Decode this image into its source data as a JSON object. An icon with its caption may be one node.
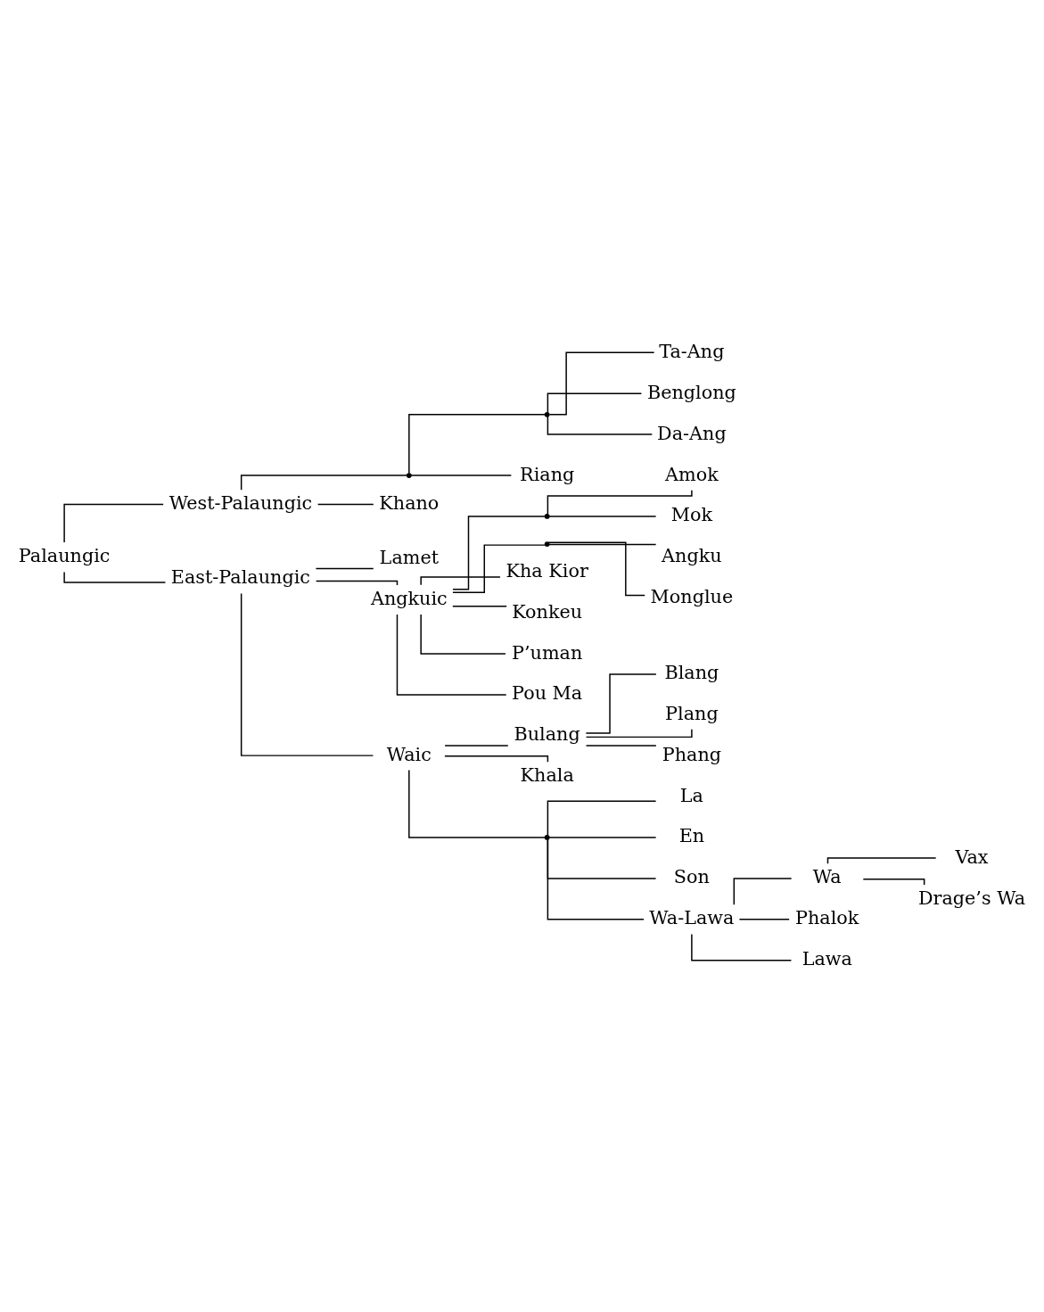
{
  "diagram": {
    "nodes": [
      {
        "text": [
          "Palaungic"
        ]
      },
      {
        "text": [
          "West-Palaungic"
        ]
      },
      {
        "text": [],
        "shape": "point"
      },
      {
        "text": [],
        "shape": "point"
      },
      {
        "text": [
          "Ta-Ang"
        ]
      },
      {
        "text": [
          "Benglong"
        ]
      },
      {
        "text": [
          "Da-Ang"
        ]
      },
      {
        "text": [
          "Riang"
        ]
      },
      {
        "text": [
          "Khano"
        ]
      },
      {
        "text": [
          "East-Palaungic"
        ]
      },
      {
        "text": [
          "Lamet"
        ]
      },
      {
        "text": [
          "Angkuic"
        ]
      },
      {
        "text": [],
        "shape": "point"
      },
      {
        "text": [
          "Amok"
        ]
      },
      {
        "text": [
          "Mok"
        ]
      },
      {
        "text": [],
        "shape": "point"
      },
      {
        "text": [
          "Angku"
        ]
      },
      {
        "text": [
          "Monglue"
        ]
      },
      {
        "text": [
          "Kha Kior"
        ]
      },
      {
        "text": [
          "Konkeu"
        ]
      },
      {
        "text": [
          "P’uman"
        ]
      },
      {
        "text": [
          "Pou Ma"
        ]
      },
      {
        "text": [
          "Waic"
        ]
      },
      {
        "text": [
          "Bulang"
        ]
      },
      {
        "text": [
          "Blang"
        ]
      },
      {
        "text": [
          "Plang"
        ]
      },
      {
        "text": [
          "Phang"
        ]
      },
      {
        "text": [
          "Khala"
        ]
      },
      {
        "text": [],
        "shape": "point"
      },
      {
        "text": [
          "La"
        ]
      },
      {
        "text": [
          "En"
        ]
      },
      {
        "text": [
          "Son"
        ]
      },
      {
        "text": [
          "Wa-Lawa"
        ]
      },
      {
        "text": [
          "Wa"
        ]
      },
      {
        "text": [
          "Vax"
        ]
      },
      {
        "text": [
          "Drage’s Wa"
        ]
      },
      {
        "text": [
          "Phalok"
        ]
      },
      {
        "text": [
          "Lawa"
        ]
      }
    ],
    "edges": [
      {
        "from": 0,
        "to": 1,
        "arrow": "none"
      },
      {
        "from": 0,
        "to": 9,
        "arrow": "none"
      },
      {
        "from": 1,
        "to": 2,
        "arrow": "none"
      },
      {
        "from": 1,
        "to": 8,
        "arrow": "none"
      },
      {
        "from": 2,
        "to": 3,
        "arrow": "none"
      },
      {
        "from": 2,
        "to": 7,
        "arrow": "none"
      },
      {
        "from": 3,
        "to": 4,
        "arrow": "none"
      },
      {
        "from": 3,
        "to": 5,
        "arrow": "none"
      },
      {
        "from": 3,
        "to": 6,
        "arrow": "none"
      },
      {
        "from": 9,
        "to": 10,
        "arrow": "none"
      },
      {
        "from": 9,
        "to": 11,
        "arrow": "none"
      },
      {
        "from": 9,
        "to": 22,
        "arrow": "none"
      },
      {
        "from": 11,
        "to": 12,
        "arrow": "none"
      },
      {
        "from": 12,
        "to": 13,
        "arrow": "none"
      },
      {
        "from": 12,
        "to": 14,
        "arrow": "none"
      },
      {
        "from": 11,
        "to": 15,
        "arrow": "none"
      },
      {
        "from": 15,
        "to": 16,
        "arrow": "none"
      },
      {
        "from": 15,
        "to": 17,
        "arrow": "none"
      },
      {
        "from": 11,
        "to": 18,
        "arrow": "none"
      },
      {
        "from": 11,
        "to": 19,
        "arrow": "none"
      },
      {
        "from": 11,
        "to": 20,
        "arrow": "none"
      },
      {
        "from": 11,
        "to": 21,
        "arrow": "none"
      },
      {
        "from": 22,
        "to": 23,
        "arrow": "none"
      },
      {
        "from": 23,
        "to": 24,
        "arrow": "none"
      },
      {
        "from": 23,
        "to": 25,
        "arrow": "none"
      },
      {
        "from": 23,
        "to": 26,
        "arrow": "none"
      },
      {
        "from": 22,
        "to": 27,
        "arrow": "none"
      },
      {
        "from": 22,
        "to": 28,
        "arrow": "none"
      },
      {
        "from": 28,
        "to": 29,
        "arrow": "none"
      },
      {
        "from": 28,
        "to": 30,
        "arrow": "none"
      },
      {
        "from": 28,
        "to": 31,
        "arrow": "none"
      },
      {
        "from": 28,
        "to": 32,
        "arrow": "none"
      },
      {
        "from": 32,
        "to": 33,
        "arrow": "none"
      },
      {
        "from": 33,
        "to": 34,
        "arrow": "none"
      },
      {
        "from": 33,
        "to": 35,
        "arrow": "none"
      },
      {
        "from": 32,
        "to": 36,
        "arrow": "none"
      },
      {
        "from": 32,
        "to": 37,
        "arrow": "none"
      }
    ]
  }
}
